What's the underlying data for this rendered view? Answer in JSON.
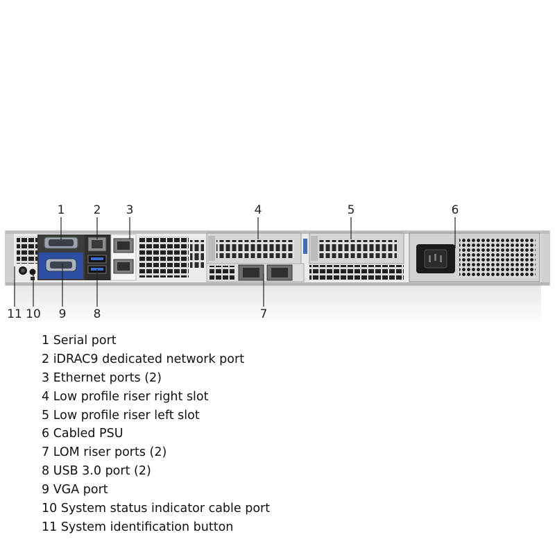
{
  "diagram": {
    "top_callouts": [
      "1",
      "2",
      "3",
      "4",
      "5",
      "6"
    ],
    "bottom_callouts": [
      "11",
      "10",
      "9",
      "8",
      "7"
    ]
  },
  "legend": [
    "1 Serial port",
    "2 iDRAC9 dedicated network port",
    "3 Ethernet ports (2)",
    "4 Low profile riser right slot",
    "5 Low profile riser left slot",
    "6 Cabled PSU",
    "7 LOM riser ports (2)",
    "8 USB 3.0 port (2)",
    "9 VGA port",
    "10 System status indicator cable port",
    "11 System identification button"
  ],
  "colors": {
    "chassis": "#e6e6e6",
    "chassis_dark": "#2b2b2b",
    "vga_blue": "#2d4fa3",
    "rj45": "#7a7a7a",
    "riser_bracket": "#3e6fb7"
  }
}
